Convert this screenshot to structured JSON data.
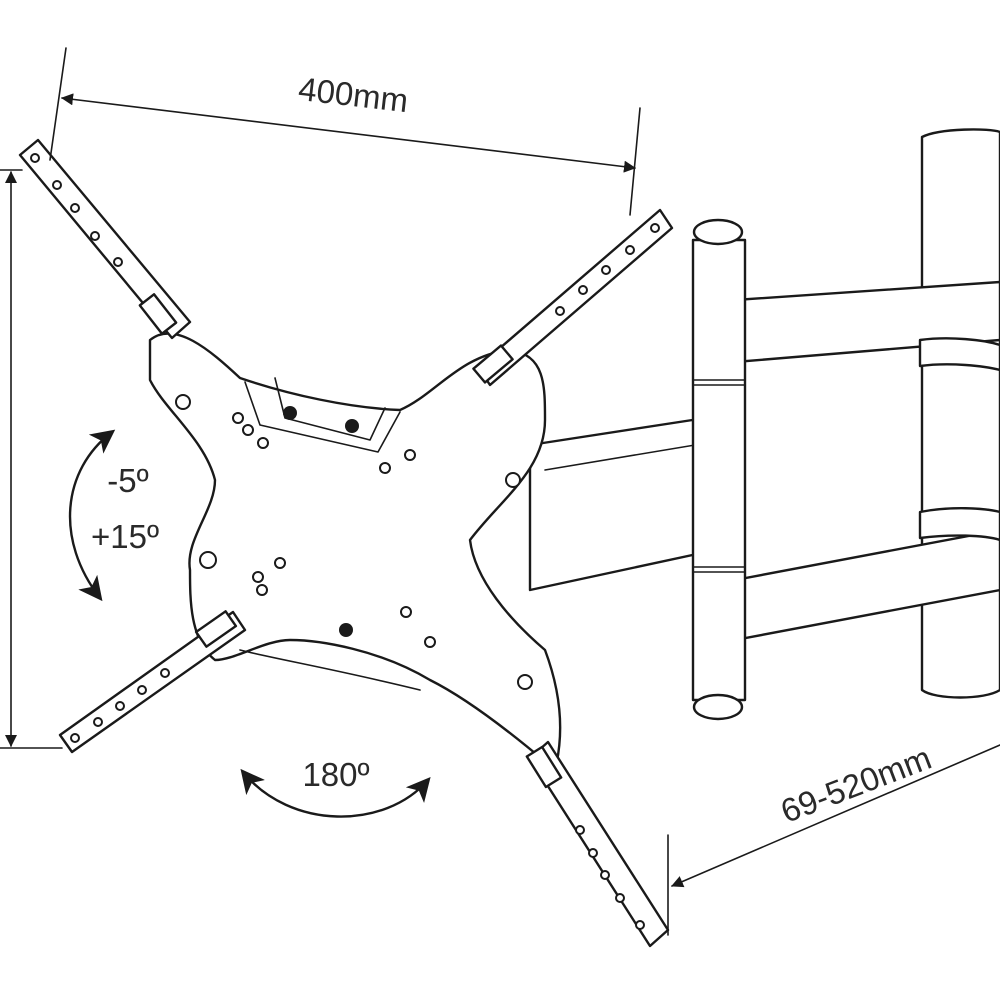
{
  "labels": {
    "width": "400mm",
    "tilt_down": "-5º",
    "tilt_up": "+15º",
    "swivel": "180º",
    "extension": "69-520mm"
  },
  "colors": {
    "line": "#1a1a1a",
    "background": "#ffffff"
  }
}
